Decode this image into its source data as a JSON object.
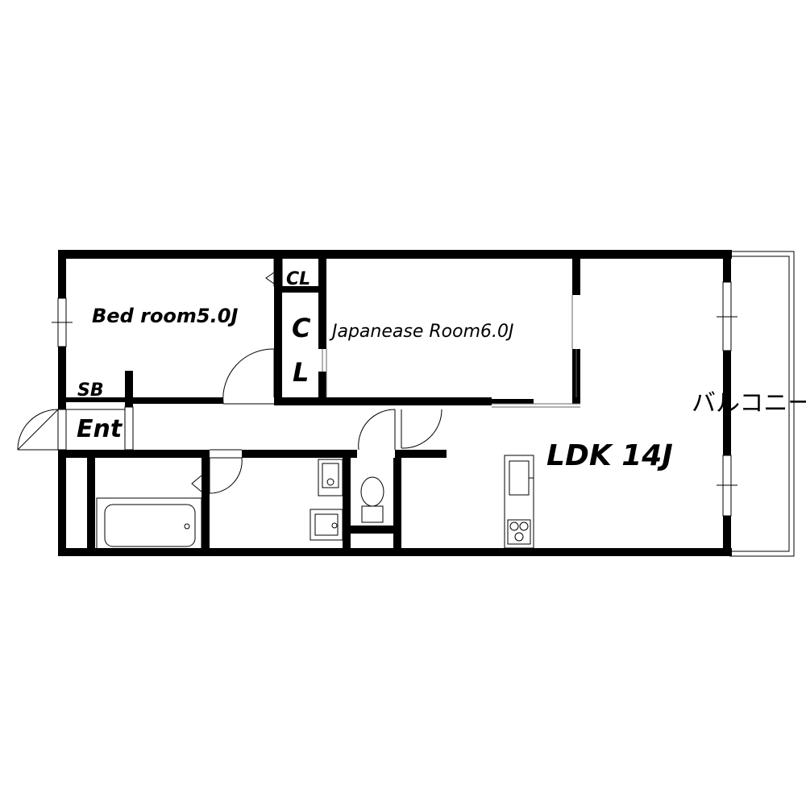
{
  "floor_plan": {
    "rooms": {
      "bedroom": "Bed room5.0J",
      "japanese_room": "Japanease Room6.0J",
      "ldk": "LDK 14J",
      "closet_small": "CL",
      "closet_c": "C",
      "closet_l": "L",
      "shoe_box": "SB",
      "entrance": "Ent"
    },
    "balcony": "バルコニー"
  }
}
